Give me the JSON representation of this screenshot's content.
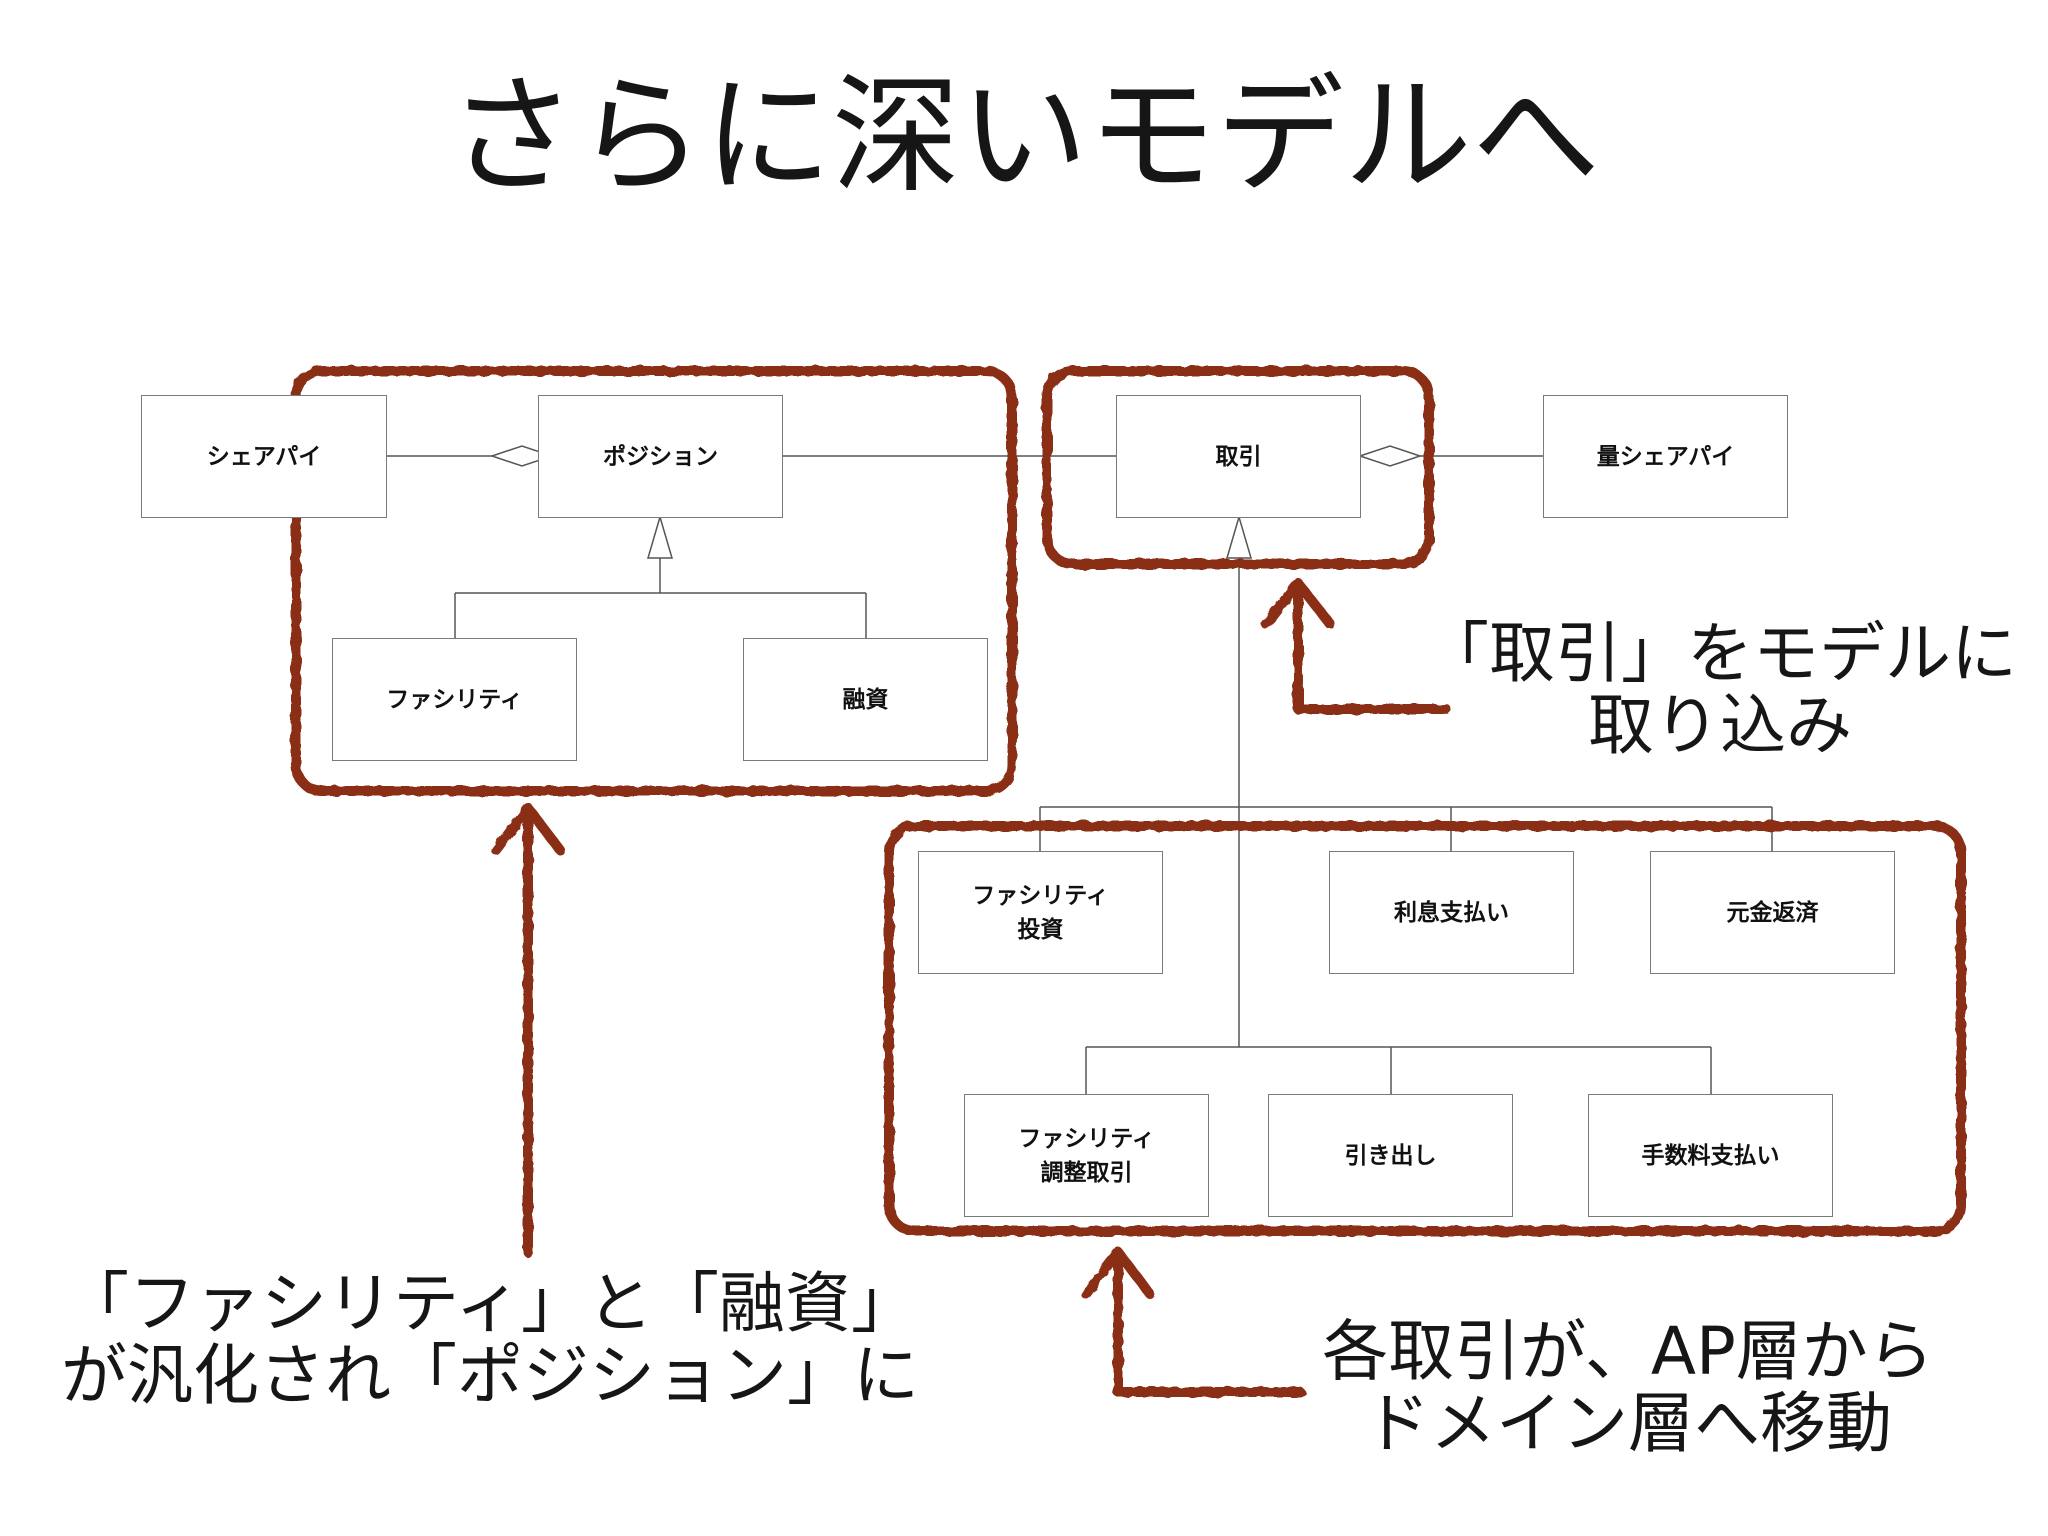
{
  "title": "さらに深いモデルへ",
  "colors": {
    "highlight": "#8b2e12",
    "line": "#555555",
    "box_border": "#7a7a7a"
  },
  "classes": {
    "share_pie": "シェアパイ",
    "position": "ポジション",
    "facility": "ファシリティ",
    "loan": "融資",
    "transaction": "取引",
    "amount_share_pie": "量シェアパイ",
    "facility_investment": "ファシリティ\n投資",
    "interest_payment": "利息支払い",
    "principal_repayment": "元金返済",
    "facility_adjustment": "ファシリティ\n調整取引",
    "withdrawal": "引き出し",
    "fee_payment": "手数料支払い"
  },
  "annotations": {
    "transaction_into_model": "「取引」をモデルに\n取り込み",
    "generalized_position": "「ファシリティ」と「融資」\nが汎化され「ポジション」に",
    "moved_to_domain": "各取引が、AP層から\nドメイン層へ移動"
  }
}
